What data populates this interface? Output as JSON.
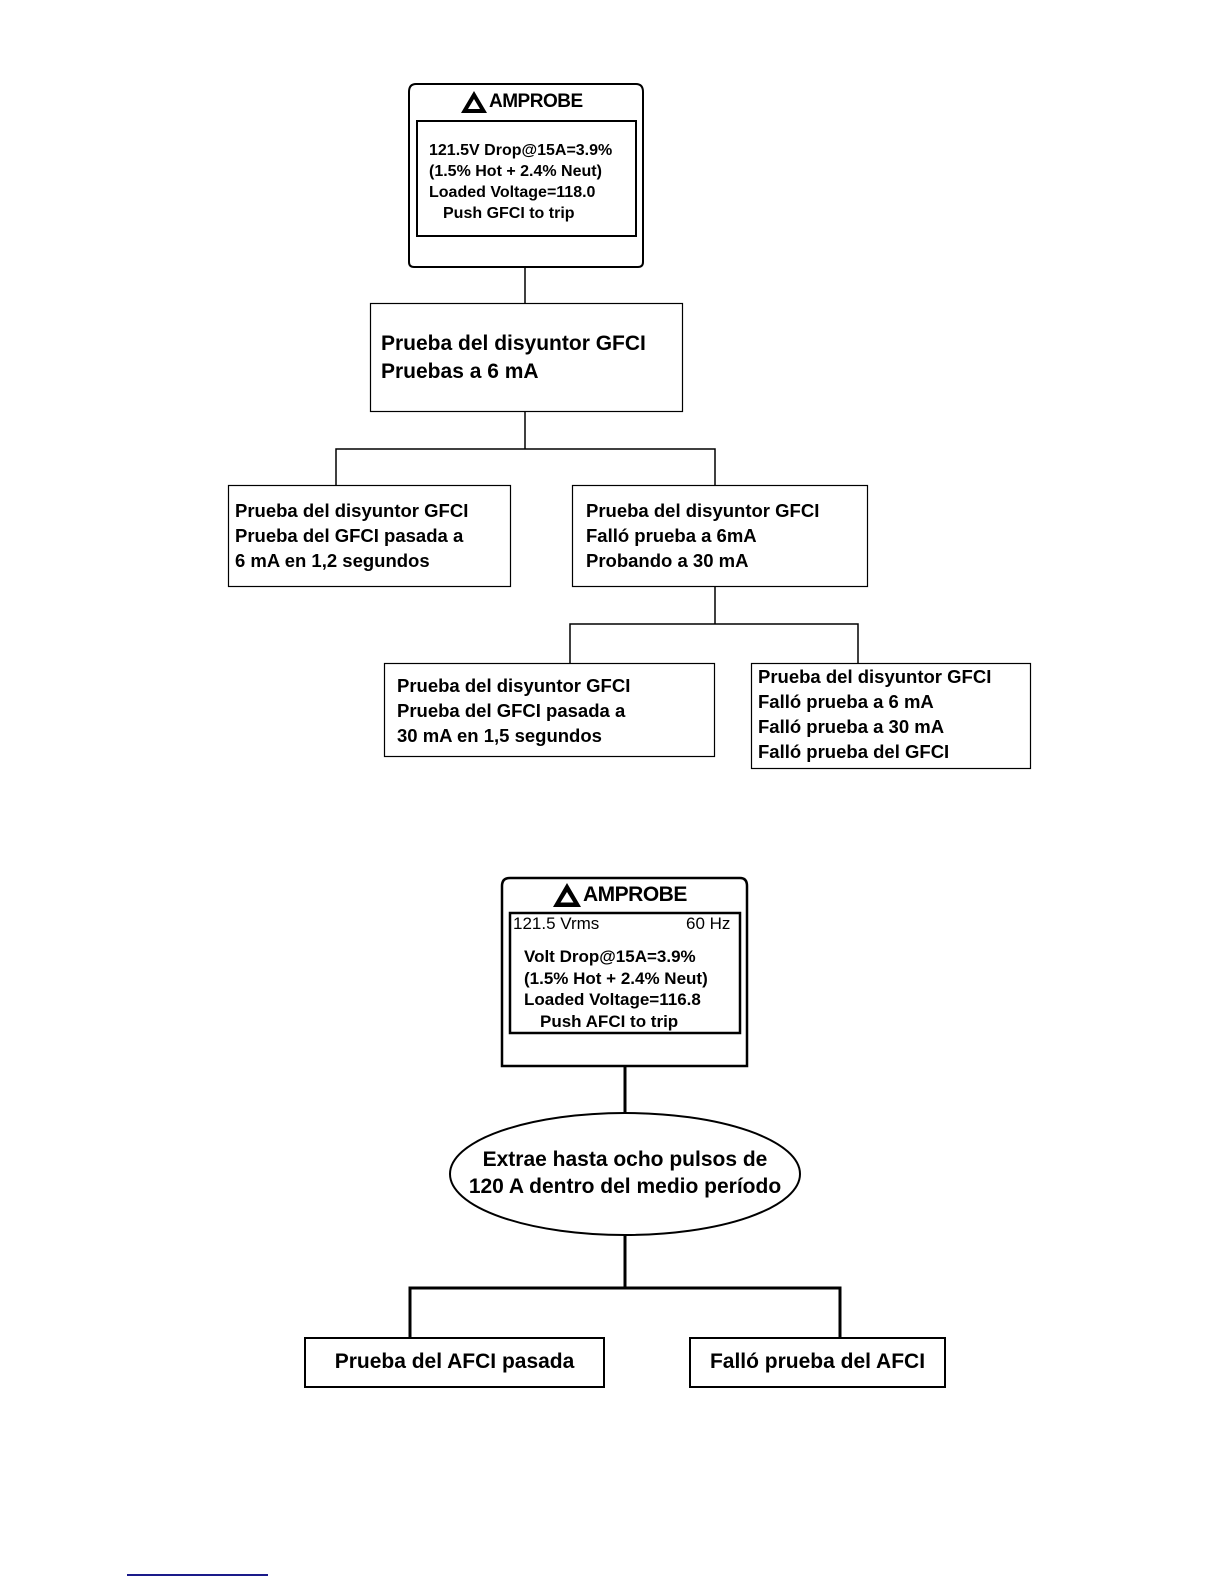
{
  "gfci_diagram": {
    "device": {
      "brand": "AMPROBE",
      "lines": [
        "121.5V Drop@15A=3.9%",
        "(1.5% Hot + 2.4% Neut)",
        "Loaded Voltage=118.0",
        "Push GFCI to trip"
      ]
    },
    "root": [
      "Prueba del disyuntor GFCI",
      "Pruebas a 6 mA"
    ],
    "pass_6ma": [
      "Prueba del disyuntor GFCI",
      "Prueba del GFCI pasada a",
      "6 mA en 1,2 segundos"
    ],
    "fail_6ma": [
      "Prueba del disyuntor GFCI",
      "Falló prueba a 6mA",
      "Probando a 30 mA"
    ],
    "pass_30ma": [
      "Prueba del disyuntor GFCI",
      "Prueba del GFCI pasada a",
      "30 mA en 1,5 segundos"
    ],
    "fail_all": [
      "Prueba del disyuntor GFCI",
      "Falló prueba a 6 mA",
      "Falló prueba a 30 mA",
      "Falló prueba del GFCI"
    ]
  },
  "afci_diagram": {
    "device": {
      "brand": "AMPROBE",
      "voltage": "121.5 Vrms",
      "frequency": "60 Hz",
      "lines": [
        "Volt Drop@15A=3.9%",
        "(1.5% Hot + 2.4% Neut)",
        "Loaded Voltage=116.8",
        "Push AFCI to trip"
      ]
    },
    "ellipse": [
      "Extrae hasta ocho pulsos de",
      "120 A dentro del medio período"
    ],
    "pass": "Prueba del AFCI pasada",
    "fail": "Falló prueba del AFCI"
  },
  "footer_rule_color": "#1a1a8a"
}
